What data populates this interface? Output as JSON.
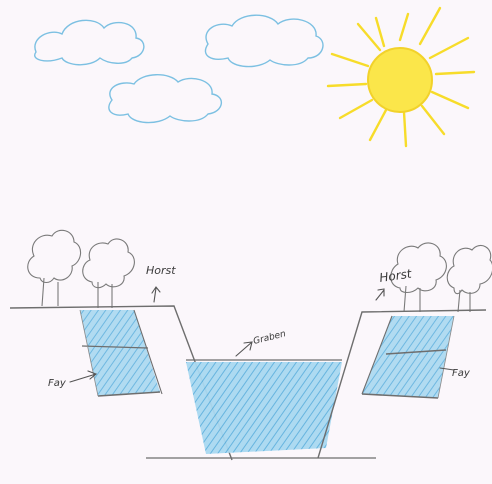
{
  "labels": {
    "horst_left": "Horst",
    "horst_right": "Horst",
    "graben": "Graben",
    "fay_left": "Fay",
    "fay_right": "Fay"
  },
  "colors": {
    "paper": "#fbf7fb",
    "pencil": "#6e6e6e",
    "blue_shading": "#7ec2e6",
    "cloud_outline": "#7cc0e2",
    "sun_yellow": "#fbe64a",
    "sun_ray": "#f7dc2a"
  },
  "icons": {
    "sun": "sun-icon",
    "cloud": "cloud-icon",
    "tree": "tree-icon"
  }
}
